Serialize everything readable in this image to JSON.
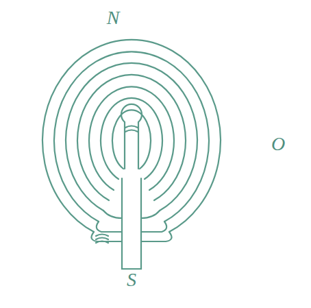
{
  "diagram": {
    "labels": [
      "N",
      "O",
      "S"
    ]
  }
}
